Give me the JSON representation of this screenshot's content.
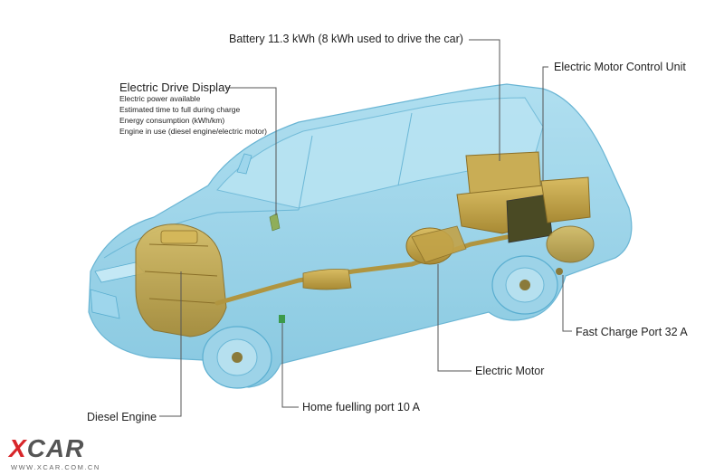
{
  "labels": {
    "battery": "Battery 11.3 kWh (8 kWh used to drive the car)",
    "emcu": "Electric Motor Control Unit",
    "electric_drive_display": {
      "title": "Electric Drive Display",
      "items": [
        "Electric power available",
        "Estimated time to full during charge",
        "Energy consumption (kWh/km)",
        "Engine in use (diesel engine/electric motor)"
      ]
    },
    "fast_charge_port": "Fast Charge Port 32 A",
    "electric_motor": "Electric Motor",
    "home_fuelling_port": "Home fuelling port 10 A",
    "diesel_engine": "Diesel Engine"
  },
  "watermark": {
    "logo_x": "X",
    "logo_car": "CAR",
    "url": "WWW.XCAR.COM.CN"
  },
  "colors": {
    "car_body": "#8ccfe6",
    "car_outline": "#5aaed0",
    "component": "#c9a94a",
    "component_dark": "#5a5a2a",
    "leader_line": "#555555",
    "logo_red": "#d8262a",
    "logo_gray": "#555555"
  }
}
